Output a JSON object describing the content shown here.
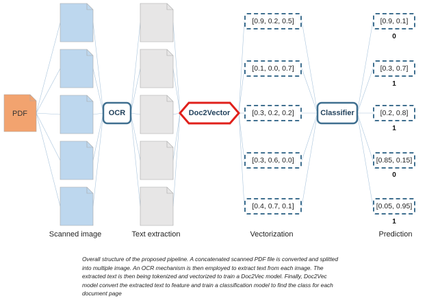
{
  "nodes": {
    "pdf_label": "PDF",
    "ocr_label": "OCR",
    "doc2vec_label": "Doc2Vector",
    "classifier_label": "Classifier"
  },
  "columns": {
    "scanned": "Scanned image",
    "text": "Text extraction",
    "vector": "Vectorization",
    "prediction": "Prediction"
  },
  "vectors": [
    "[0.9, 0.2, 0.5]",
    "[0.1, 0.0, 0.7]",
    "[0.3, 0.2, 0.2]",
    "[0.3, 0.6, 0.0]",
    "[0.4, 0.7, 0.1]"
  ],
  "predictions": [
    {
      "probs": "[0.9, 0.1]",
      "cls": "0"
    },
    {
      "probs": "[0.3, 0.7]",
      "cls": "1"
    },
    {
      "probs": "[0.2, 0.8]",
      "cls": "1"
    },
    {
      "probs": "[0.85, 0.15]",
      "cls": "0"
    },
    {
      "probs": "[0.05, 0.95]",
      "cls": "1"
    }
  ],
  "caption": "Overall structure of the proposed pipeline. A concatenated scanned PDF file is converted and splitted into multiple image. An OCR mechanism is then employed to extract text from each image. The extracted text is then being tokenized and vectorized to train a Doc2Vec model. Finally, Doc2Vec model convert the extracted text to feature and train a classification model to find the class for each document page",
  "colors": {
    "pdf_fill": "#f2a36f",
    "scanned_fill": "#bdd7ee",
    "text_fill": "#e7e6e6",
    "node_border": "#3f6f8f",
    "doc2vec_border": "#e0201b",
    "line": "#a9c4dc"
  }
}
